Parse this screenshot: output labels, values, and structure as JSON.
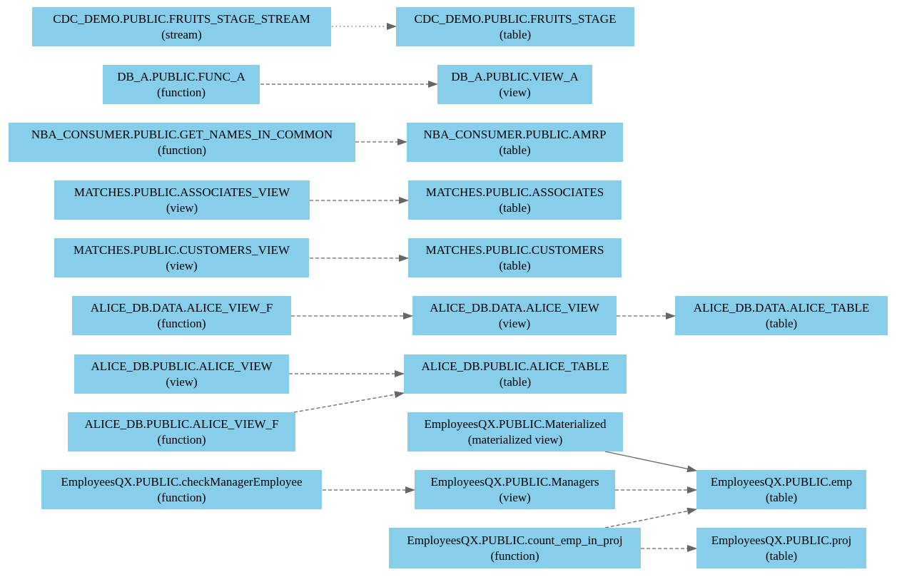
{
  "nodes": [
    {
      "id": "fruits_stream",
      "name": "CDC_DEMO.PUBLIC.FRUITS_STAGE_STREAM",
      "kind": "(stream)"
    },
    {
      "id": "fruits_stage",
      "name": "CDC_DEMO.PUBLIC.FRUITS_STAGE",
      "kind": "(table)"
    },
    {
      "id": "func_a",
      "name": "DB_A.PUBLIC.FUNC_A",
      "kind": "(function)"
    },
    {
      "id": "view_a",
      "name": "DB_A.PUBLIC.VIEW_A",
      "kind": "(view)"
    },
    {
      "id": "nba_func",
      "name": "NBA_CONSUMER.PUBLIC.GET_NAMES_IN_COMMON",
      "kind": "(function)"
    },
    {
      "id": "nba_amrp",
      "name": "NBA_CONSUMER.PUBLIC.AMRP",
      "kind": "(table)"
    },
    {
      "id": "assoc_view",
      "name": "MATCHES.PUBLIC.ASSOCIATES_VIEW",
      "kind": "(view)"
    },
    {
      "id": "assoc",
      "name": "MATCHES.PUBLIC.ASSOCIATES",
      "kind": "(table)"
    },
    {
      "id": "cust_view",
      "name": "MATCHES.PUBLIC.CUSTOMERS_VIEW",
      "kind": "(view)"
    },
    {
      "id": "cust",
      "name": "MATCHES.PUBLIC.CUSTOMERS",
      "kind": "(table)"
    },
    {
      "id": "alice_data_view_f",
      "name": "ALICE_DB.DATA.ALICE_VIEW_F",
      "kind": "(function)"
    },
    {
      "id": "alice_data_view",
      "name": "ALICE_DB.DATA.ALICE_VIEW",
      "kind": "(view)"
    },
    {
      "id": "alice_data_table",
      "name": "ALICE_DB.DATA.ALICE_TABLE",
      "kind": "(table)"
    },
    {
      "id": "alice_pub_view",
      "name": "ALICE_DB.PUBLIC.ALICE_VIEW",
      "kind": "(view)"
    },
    {
      "id": "alice_pub_table",
      "name": "ALICE_DB.PUBLIC.ALICE_TABLE",
      "kind": "(table)"
    },
    {
      "id": "alice_pub_view_f",
      "name": "ALICE_DB.PUBLIC.ALICE_VIEW_F",
      "kind": "(function)"
    },
    {
      "id": "emp_mat",
      "name": "EmployeesQX.PUBLIC.Materialized",
      "kind": "(materialized view)"
    },
    {
      "id": "emp_check",
      "name": "EmployeesQX.PUBLIC.checkManagerEmployee",
      "kind": "(function)"
    },
    {
      "id": "emp_managers",
      "name": "EmployeesQX.PUBLIC.Managers",
      "kind": "(view)"
    },
    {
      "id": "emp_emp",
      "name": "EmployeesQX.PUBLIC.emp",
      "kind": "(table)"
    },
    {
      "id": "emp_count",
      "name": "EmployeesQX.PUBLIC.count_emp_in_proj",
      "kind": "(function)"
    },
    {
      "id": "emp_proj",
      "name": "EmployeesQX.PUBLIC.proj",
      "kind": "(table)"
    }
  ],
  "edges": [
    {
      "from": "fruits_stream",
      "to": "fruits_stage",
      "style": "dotted"
    },
    {
      "from": "func_a",
      "to": "view_a",
      "style": "dashed"
    },
    {
      "from": "nba_func",
      "to": "nba_amrp",
      "style": "dashed"
    },
    {
      "from": "assoc_view",
      "to": "assoc",
      "style": "dashed"
    },
    {
      "from": "cust_view",
      "to": "cust",
      "style": "dashed"
    },
    {
      "from": "alice_data_view_f",
      "to": "alice_data_view",
      "style": "dashed"
    },
    {
      "from": "alice_data_view",
      "to": "alice_data_table",
      "style": "dashed"
    },
    {
      "from": "alice_pub_view",
      "to": "alice_pub_table",
      "style": "dashed"
    },
    {
      "from": "alice_pub_view_f",
      "to": "alice_pub_table",
      "style": "dashed"
    },
    {
      "from": "emp_mat",
      "to": "emp_emp",
      "style": "solid"
    },
    {
      "from": "emp_check",
      "to": "emp_managers",
      "style": "dashed"
    },
    {
      "from": "emp_managers",
      "to": "emp_emp",
      "style": "dashed"
    },
    {
      "from": "emp_count",
      "to": "emp_emp",
      "style": "dashed"
    },
    {
      "from": "emp_count",
      "to": "emp_proj",
      "style": "dashed"
    }
  ],
  "colors": {
    "node_fill": "#87ceeb",
    "edge": "#666666",
    "background": "#ffffff"
  }
}
